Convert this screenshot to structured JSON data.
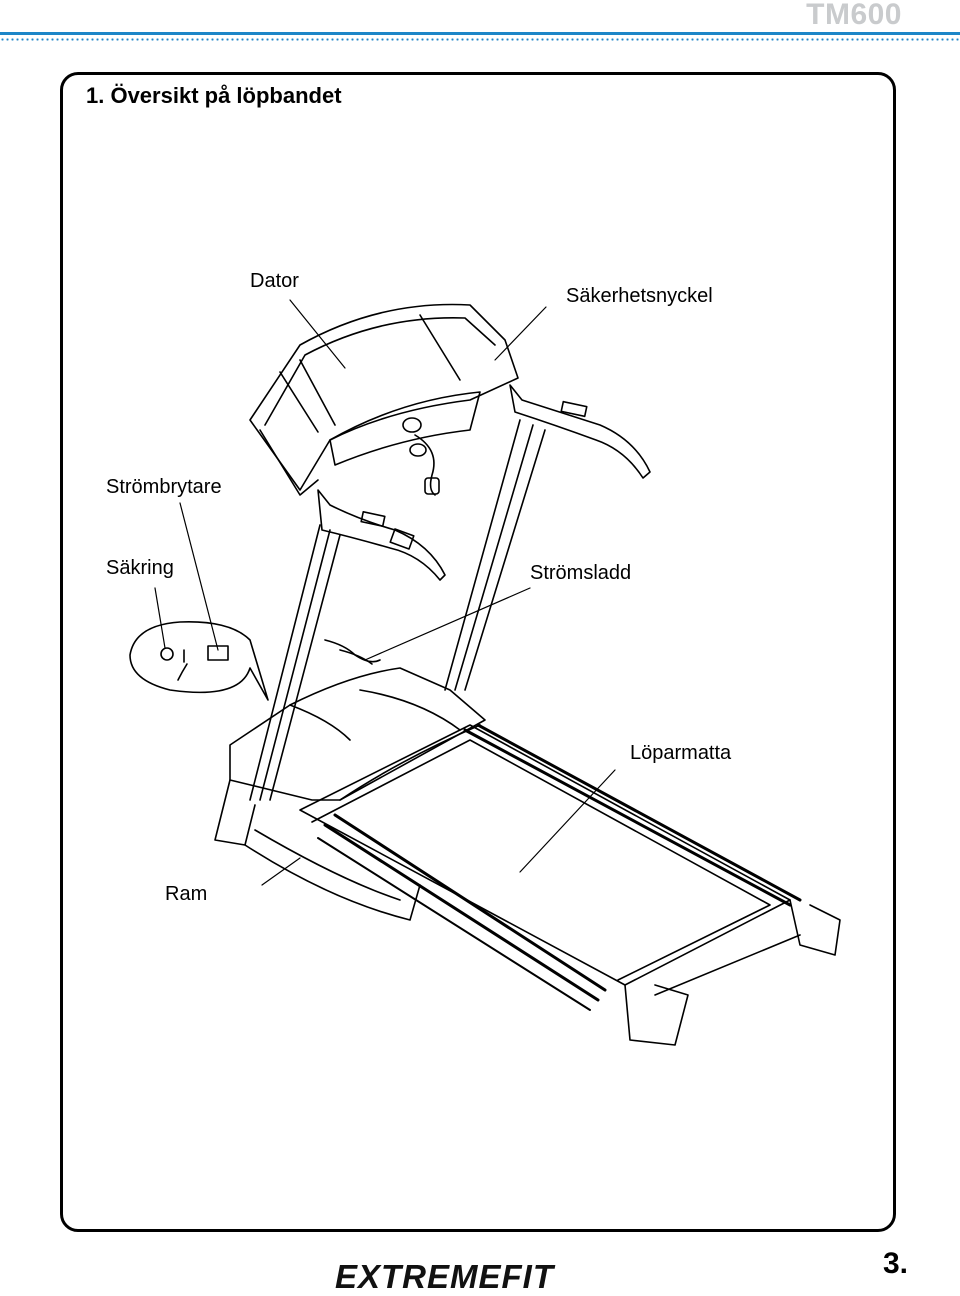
{
  "header": {
    "model": "TM600",
    "accent_color": "#1c86c8"
  },
  "section": {
    "title": "1. Översikt på löpbandet"
  },
  "labels": {
    "dator": "Dator",
    "sakerhetsnyckel": "Säkerhetsnyckel",
    "strombrytare": "Strömbrytare",
    "sakring": "Säkring",
    "stromsladd": "Strömsladd",
    "loparmatta": "Löparmatta",
    "ram": "Ram"
  },
  "footer": {
    "brand": "EXTREMEFIT",
    "page": "3."
  }
}
